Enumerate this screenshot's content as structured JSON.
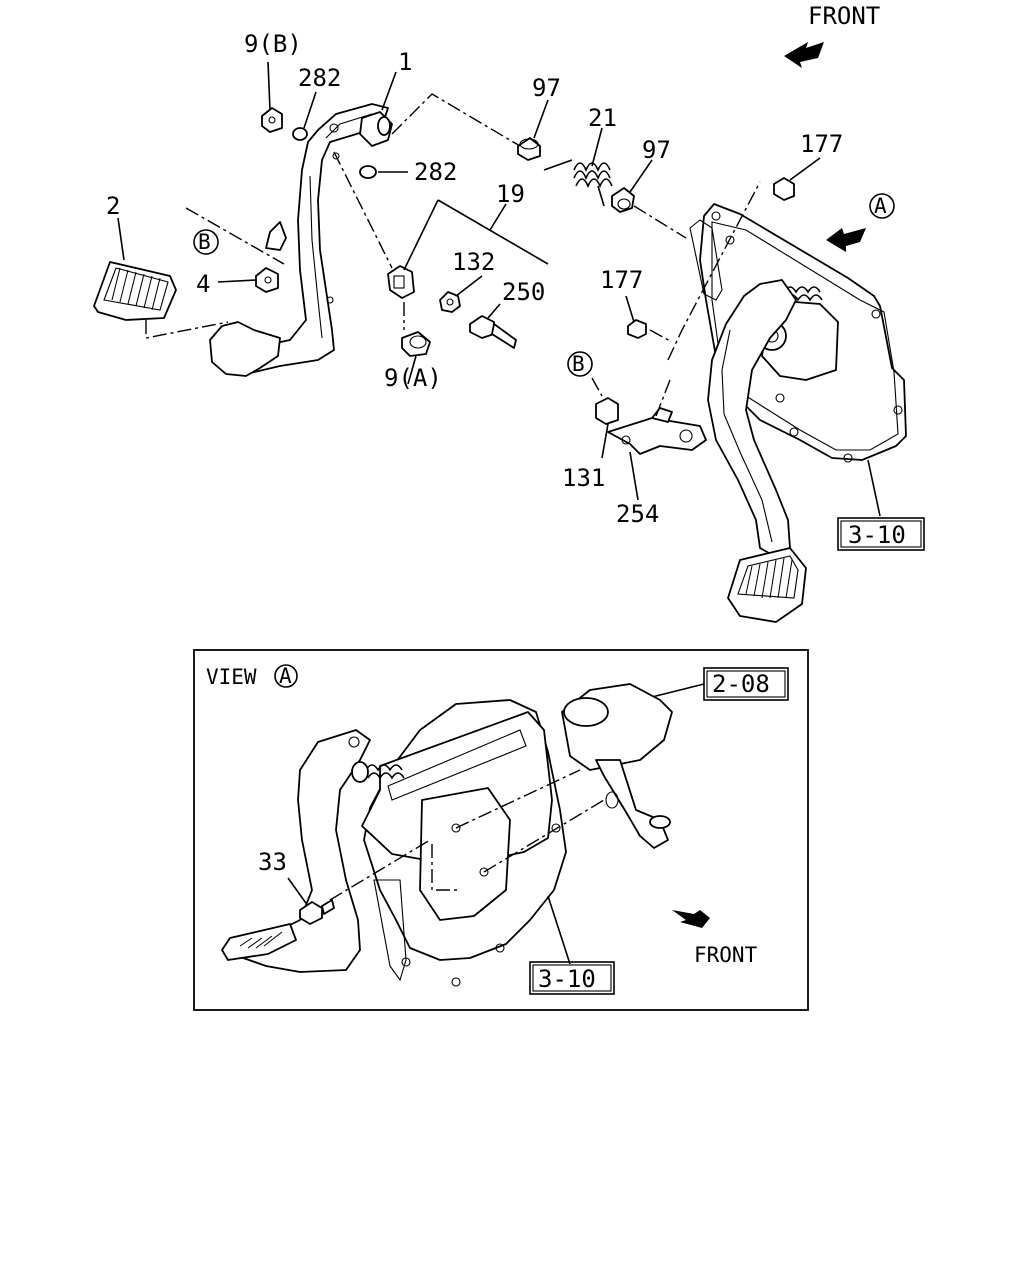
{
  "diagram": {
    "front_label_top": "FRONT",
    "front_label_view": "FRONT",
    "view_label": "VIEW",
    "view_circle_letter": "A",
    "circle_letters": {
      "a": "A",
      "b": "B"
    },
    "parts": {
      "p1": "1",
      "p2": "2",
      "p4": "4",
      "p9a": "9(A)",
      "p9b": "9(B)",
      "p19": "19",
      "p21": "21",
      "p33": "33",
      "p97_left": "97",
      "p97_right": "97",
      "p131": "131",
      "p132": "132",
      "p177_top": "177",
      "p177_mid": "177",
      "p250": "250",
      "p254": "254",
      "p282_top": "282",
      "p282_mid": "282"
    },
    "refs": {
      "ref_3_10_main": "3-10",
      "ref_3_10_view": "3-10",
      "ref_2_08": "2-08"
    }
  }
}
